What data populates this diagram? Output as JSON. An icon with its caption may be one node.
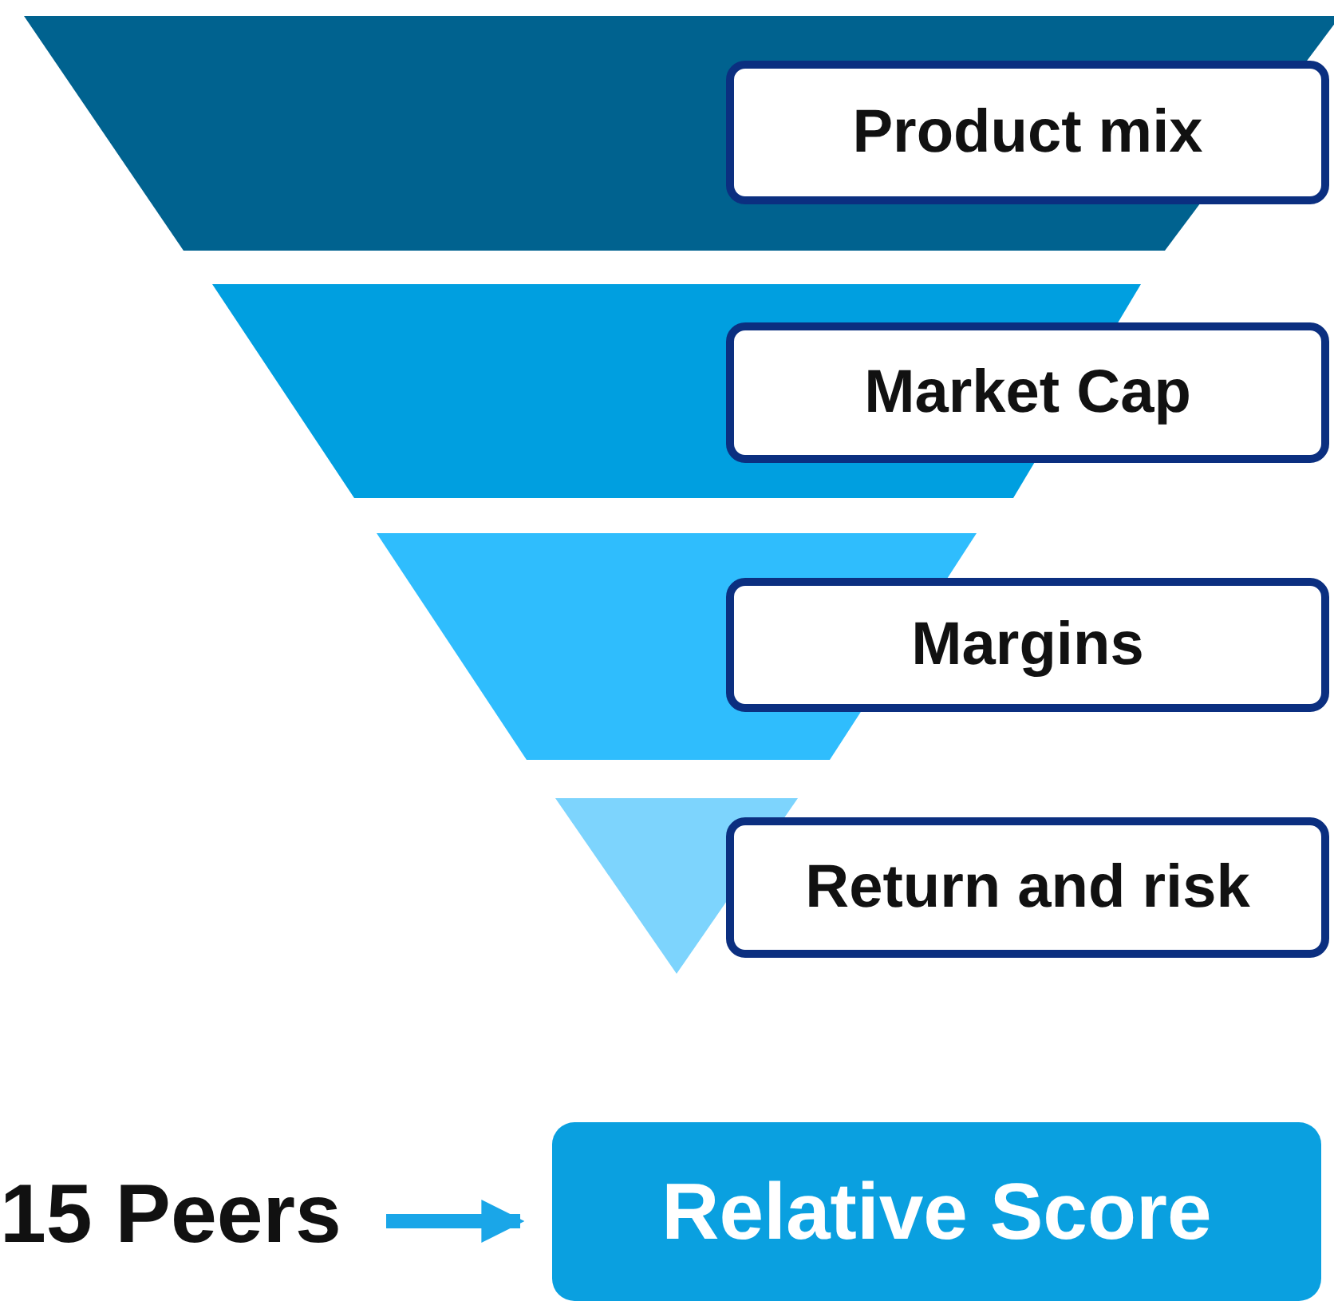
{
  "diagram": {
    "nodes": [
      {
        "text": [
          "Product mix"
        ]
      },
      {
        "text": [
          "Market Cap"
        ]
      },
      {
        "text": [
          "Margins"
        ]
      },
      {
        "text": [
          "Return and risk"
        ]
      },
      {
        "text": [
          "15 Peers"
        ]
      },
      {
        "text": [
          "Relative Score"
        ]
      }
    ],
    "edges": [
      {
        "from": 4,
        "to": 5,
        "arrow": "to"
      }
    ]
  }
}
